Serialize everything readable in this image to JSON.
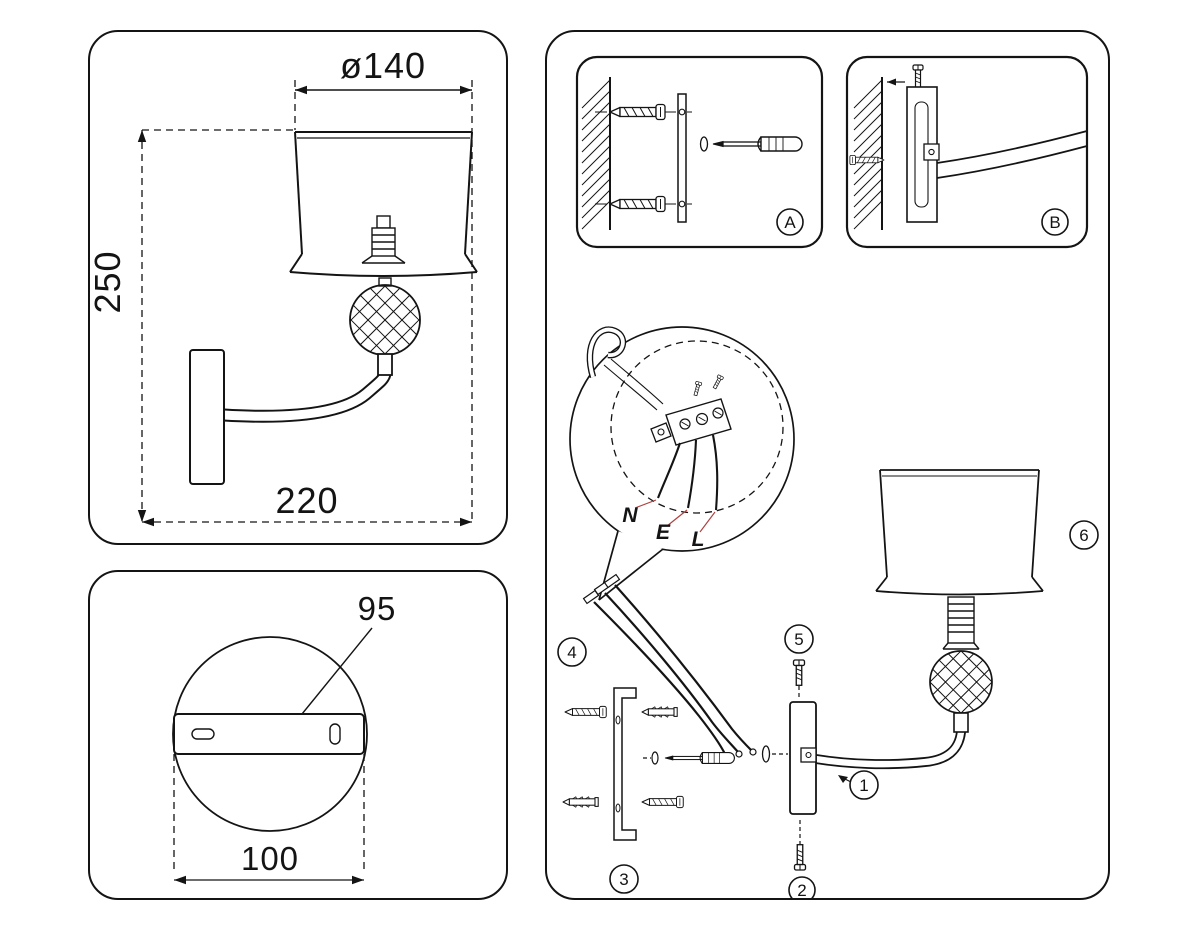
{
  "side_view": {
    "diameter": "ø140",
    "height": "250",
    "depth": "220"
  },
  "bottom_view": {
    "plate": "95",
    "base": "100"
  },
  "install": {
    "step_a": "A",
    "step_b": "B",
    "wire_n": "N",
    "wire_e": "E",
    "wire_l": "L",
    "part_1": "1",
    "part_2": "2",
    "part_3": "3",
    "part_4": "4",
    "part_5": "5",
    "part_6": "6"
  }
}
